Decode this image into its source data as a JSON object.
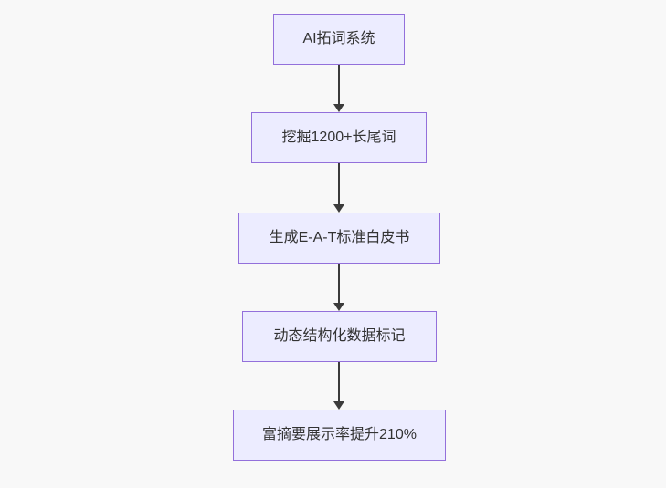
{
  "flowchart": {
    "type": "flowchart-top-down",
    "nodes": [
      {
        "label": "AI拓词系统"
      },
      {
        "label": "挖掘1200+长尾词"
      },
      {
        "label": "生成E-A-T标准白皮书"
      },
      {
        "label": "动态结构化数据标记"
      },
      {
        "label": "富摘要展示率提升210%"
      }
    ],
    "edges": [
      {
        "from": "AI拓词系统",
        "to": "挖掘1200+长尾词"
      },
      {
        "from": "挖掘1200+长尾词",
        "to": "生成E-A-T标准白皮书"
      },
      {
        "from": "生成E-A-T标准白皮书",
        "to": "动态结构化数据标记"
      },
      {
        "from": "动态结构化数据标记",
        "to": "富摘要展示率提升210%"
      }
    ],
    "colors": {
      "node_fill": "#ECECFF",
      "node_border": "#9370DB",
      "text": "#333333",
      "arrow": "#3b3b3b",
      "background": "#f8f8f8"
    }
  }
}
